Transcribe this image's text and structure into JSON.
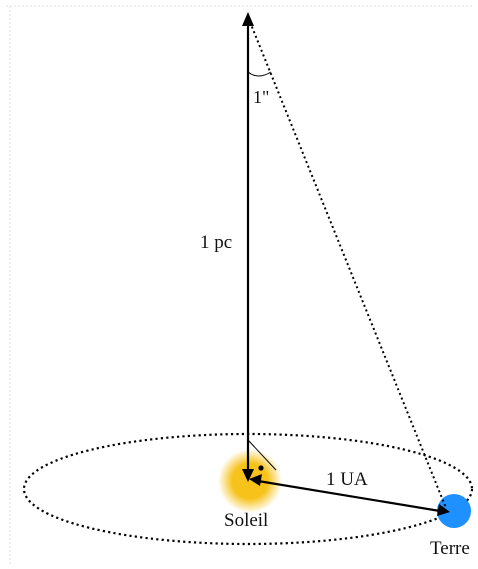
{
  "labels": {
    "angle": "1\"",
    "distance_parsec": "1 pc",
    "distance_au": "1 UA",
    "sun": "Soleil",
    "earth": "Terre"
  },
  "colors": {
    "sun": "#f7c21a",
    "earth": "#1e90ff",
    "lines": "#000000"
  }
}
